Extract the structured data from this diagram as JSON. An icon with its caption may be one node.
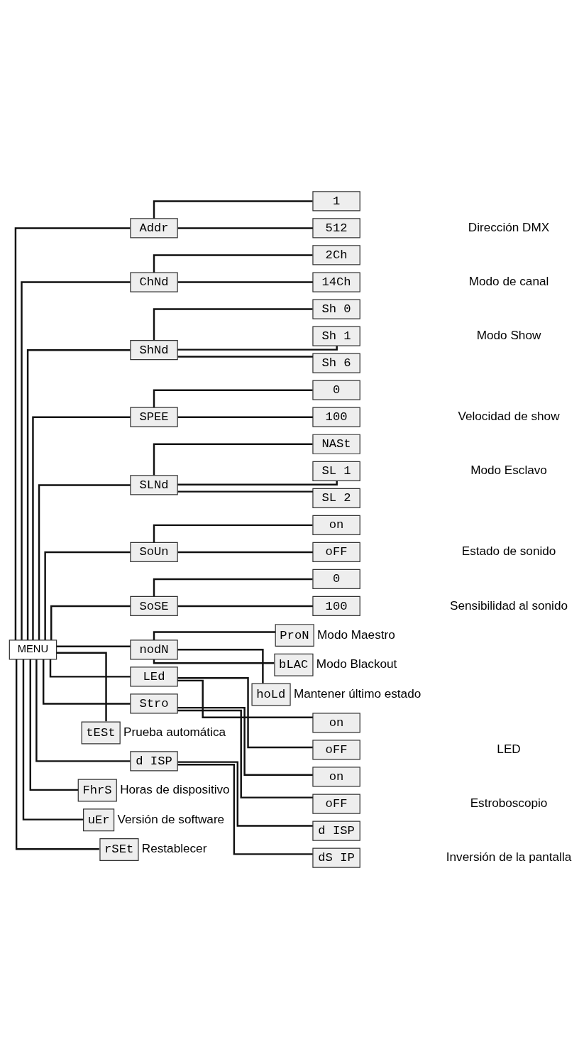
{
  "diagram": {
    "nodes": [
      {
        "text": [
          "MENU"
        ]
      },
      {
        "text": [
          "Addr"
        ]
      },
      {
        "text": [
          "1"
        ]
      },
      {
        "text": [
          "512"
        ]
      },
      {
        "text": [
          "ChNd"
        ]
      },
      {
        "text": [
          "2Ch"
        ]
      },
      {
        "text": [
          "14Ch"
        ]
      },
      {
        "text": [
          "ShNd"
        ]
      },
      {
        "text": [
          "Sh 0"
        ]
      },
      {
        "text": [
          "Sh 1"
        ]
      },
      {
        "text": [
          "Sh 6"
        ]
      },
      {
        "text": [
          "SPEE"
        ]
      },
      {
        "text": [
          "0"
        ]
      },
      {
        "text": [
          "100"
        ]
      },
      {
        "text": [
          "SLNd"
        ]
      },
      {
        "text": [
          "NASt"
        ]
      },
      {
        "text": [
          "SL 1"
        ]
      },
      {
        "text": [
          "SL 2"
        ]
      },
      {
        "text": [
          "SoUn"
        ]
      },
      {
        "text": [
          "on"
        ]
      },
      {
        "text": [
          "oFF"
        ]
      },
      {
        "text": [
          "SoSE"
        ]
      },
      {
        "text": [
          "0"
        ]
      },
      {
        "text": [
          "100"
        ]
      },
      {
        "text": [
          "nodN"
        ]
      },
      {
        "text": [
          "ProN"
        ],
        "beside": [
          "Modo Maestro"
        ]
      },
      {
        "text": [
          "bLAC"
        ],
        "beside": [
          "Modo Blackout"
        ]
      },
      {
        "text": [
          "hoLd"
        ],
        "beside": [
          "Mantener último estado"
        ]
      },
      {
        "text": [
          "LEd"
        ]
      },
      {
        "text": [
          "on"
        ]
      },
      {
        "text": [
          "oFF"
        ]
      },
      {
        "text": [
          "Stro"
        ]
      },
      {
        "text": [
          "on"
        ]
      },
      {
        "text": [
          "oFF"
        ]
      },
      {
        "text": [
          "tESt"
        ],
        "beside": [
          "Prueba automática"
        ]
      },
      {
        "text": [
          "d ISP"
        ]
      },
      {
        "text": [
          "d ISP"
        ]
      },
      {
        "text": [
          "dS IP"
        ]
      },
      {
        "text": [
          "FhrS"
        ],
        "beside": [
          "Horas de dispositivo"
        ]
      },
      {
        "text": [
          "uEr"
        ],
        "beside": [
          "Versión de software"
        ]
      },
      {
        "text": [
          "rSEt"
        ],
        "beside": [
          "Restablecer"
        ]
      }
    ],
    "edges": [
      {
        "from": 0,
        "to": 1,
        "arrow": "none"
      },
      {
        "from": 1,
        "to": 2,
        "arrow": "none"
      },
      {
        "from": 1,
        "to": 3,
        "arrow": "none"
      },
      {
        "from": 0,
        "to": 4,
        "arrow": "none"
      },
      {
        "from": 4,
        "to": 5,
        "arrow": "none"
      },
      {
        "from": 4,
        "to": 6,
        "arrow": "none"
      },
      {
        "from": 0,
        "to": 7,
        "arrow": "none"
      },
      {
        "from": 7,
        "to": 8,
        "arrow": "none"
      },
      {
        "from": 7,
        "to": 9,
        "arrow": "none"
      },
      {
        "from": 7,
        "to": 10,
        "arrow": "none"
      },
      {
        "from": 0,
        "to": 11,
        "arrow": "none"
      },
      {
        "from": 11,
        "to": 12,
        "arrow": "none"
      },
      {
        "from": 11,
        "to": 13,
        "arrow": "none"
      },
      {
        "from": 0,
        "to": 14,
        "arrow": "none"
      },
      {
        "from": 14,
        "to": 15,
        "arrow": "none"
      },
      {
        "from": 14,
        "to": 16,
        "arrow": "none"
      },
      {
        "from": 14,
        "to": 17,
        "arrow": "none"
      },
      {
        "from": 0,
        "to": 18,
        "arrow": "none"
      },
      {
        "from": 18,
        "to": 19,
        "arrow": "none"
      },
      {
        "from": 18,
        "to": 20,
        "arrow": "none"
      },
      {
        "from": 0,
        "to": 21,
        "arrow": "none"
      },
      {
        "from": 21,
        "to": 22,
        "arrow": "none"
      },
      {
        "from": 21,
        "to": 23,
        "arrow": "none"
      },
      {
        "from": 0,
        "to": 24,
        "arrow": "none"
      },
      {
        "from": 24,
        "to": 25,
        "arrow": "none"
      },
      {
        "from": 24,
        "to": 26,
        "arrow": "none"
      },
      {
        "from": 24,
        "to": 27,
        "arrow": "none"
      },
      {
        "from": 0,
        "to": 28,
        "arrow": "none"
      },
      {
        "from": 28,
        "to": 29,
        "arrow": "none"
      },
      {
        "from": 28,
        "to": 30,
        "arrow": "none"
      },
      {
        "from": 0,
        "to": 31,
        "arrow": "none"
      },
      {
        "from": 31,
        "to": 32,
        "arrow": "none"
      },
      {
        "from": 31,
        "to": 33,
        "arrow": "none"
      },
      {
        "from": 0,
        "to": 34,
        "arrow": "none"
      },
      {
        "from": 0,
        "to": 35,
        "arrow": "none"
      },
      {
        "from": 35,
        "to": 36,
        "arrow": "none"
      },
      {
        "from": 35,
        "to": 37,
        "arrow": "none"
      },
      {
        "from": 0,
        "to": 38,
        "arrow": "none"
      },
      {
        "from": 0,
        "to": 39,
        "arrow": "none"
      },
      {
        "from": 0,
        "to": 40,
        "arrow": "none"
      }
    ],
    "labels": [
      "Dirección DMX",
      "Modo de canal",
      "Modo Show",
      "Velocidad de show",
      "Modo Esclavo",
      "Estado de sonido",
      "Sensibilidad al sonido",
      "LED",
      "Estroboscopio",
      "Inversión de la pantalla"
    ]
  }
}
